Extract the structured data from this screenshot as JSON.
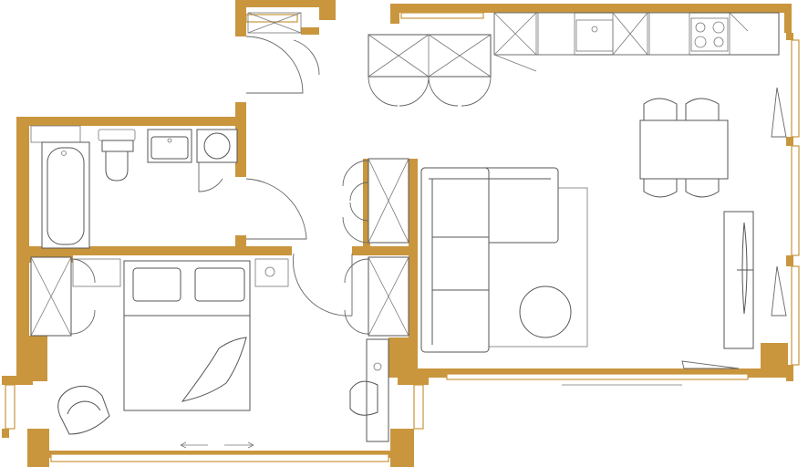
{
  "plan": {
    "colors": {
      "wall": "#C9963E",
      "line": "#555555",
      "background": "#FFFFFF"
    },
    "rooms": [
      "entrance",
      "bathroom",
      "bedroom",
      "living-kitchen"
    ],
    "icons": [
      "sofa-icon",
      "dining-table-icon",
      "bed-icon",
      "bathtub-icon",
      "toilet-icon",
      "sink-icon",
      "cooktop-icon",
      "armchair-icon",
      "round-rug-icon",
      "tv-console-icon",
      "wardrobe-icon",
      "door-swing-icon"
    ]
  }
}
